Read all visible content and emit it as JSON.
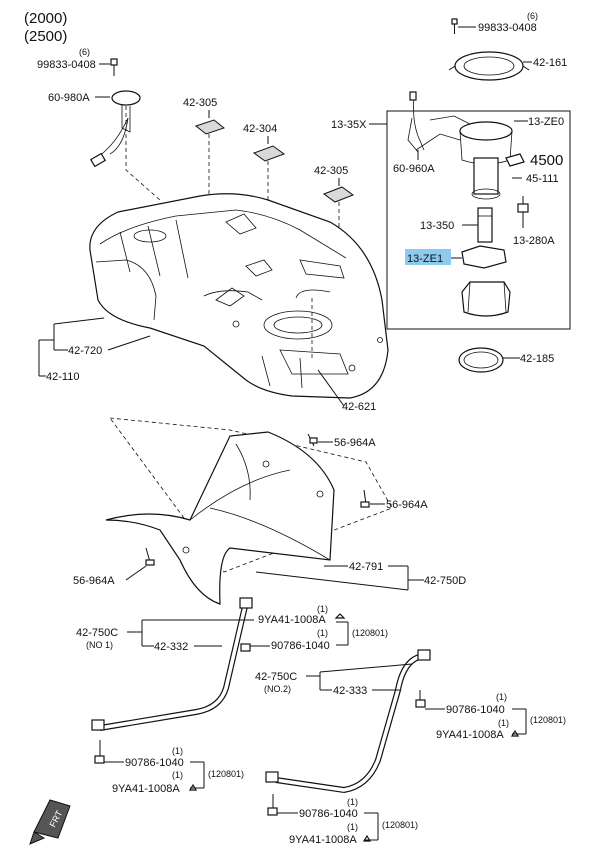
{
  "header": {
    "line1": "(2000)",
    "line2": "(2500)"
  },
  "labels": {
    "p99833_top": "99833-0408",
    "p99833_top_qty": "(6)",
    "p42_161": "42-161",
    "p99833_left": "99833-0408",
    "p99833_left_qty": "(6)",
    "p60_980A": "60-980A",
    "p42_305a": "42-305",
    "p42_304": "42-304",
    "p42_305b": "42-305",
    "p13_35X": "13-35X",
    "p13_ZE0": "13-ZE0",
    "p60_960A": "60-960A",
    "p4500": "4500",
    "p45_111": "45-111",
    "p13_350": "13-350",
    "p13_280A": "13-280A",
    "p13_ZE1": "13-ZE1",
    "p42_720": "42-720",
    "p42_110": "42-110",
    "p42_185": "42-185",
    "p42_621": "42-621",
    "p56_964A_1": "56-964A",
    "p56_964A_2": "56-964A",
    "p56_964A_3": "56-964A",
    "p42_791": "42-791",
    "p42_750D": "42-750D",
    "p42_750C_1": "42-750C",
    "p42_750C_1_sub": "(NO 1)",
    "p42_332": "42-332",
    "p9YA41_a_qty": "(1)",
    "p9YA41_a": "9YA41-1008A",
    "p90786_a_qty": "(1)",
    "p90786_a": "90786-1040",
    "p120801_a": "(120801)",
    "p42_750C_2": "42-750C",
    "p42_750C_2_sub": "(NO.2)",
    "p42_333": "42-333",
    "p90786_b_qty": "(1)",
    "p90786_b": "90786-1040",
    "p9YA41_b_qty": "(1)",
    "p9YA41_b": "9YA41-1008A",
    "p120801_b": "(120801)",
    "p90786_c_qty": "(1)",
    "p90786_c": "90786-1040",
    "p9YA41_c_qty": "(1)",
    "p9YA41_c": "9YA41-1008A",
    "p120801_c": "(120801)",
    "p90786_d_qty": "(1)",
    "p90786_d": "90786-1040",
    "p9YA41_d_qty": "(1)",
    "p9YA41_d": "9YA41-1008A",
    "p120801_d": "(120801)",
    "front_mark": "FRT"
  },
  "colors": {
    "highlight": "#8ec9ee",
    "ink": "#111111"
  }
}
